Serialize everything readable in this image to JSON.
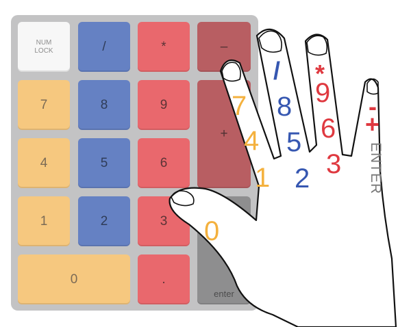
{
  "keypad": {
    "numlock_line1": "NUM",
    "numlock_line2": "LOCK",
    "slash": "/",
    "asterisk": "*",
    "minus": "–",
    "seven": "7",
    "eight": "8",
    "nine": "9",
    "plus": "+",
    "four": "4",
    "five": "5",
    "six": "6",
    "one": "1",
    "two": "2",
    "three": "3",
    "enter": "enter",
    "zero": "0",
    "dot": "."
  },
  "fingers": {
    "thumb": [
      "0"
    ],
    "index": [
      "7",
      "4",
      "1"
    ],
    "middle": [
      "/",
      "8",
      "5",
      "2"
    ],
    "ring": [
      "*",
      "9",
      "6",
      "3"
    ],
    "pinky": [
      "-",
      "+",
      "ENTER"
    ]
  },
  "colors": {
    "white_key": "#f7f7f7",
    "orange": "#f4b13e",
    "blue": "#3657b1",
    "red": "#df3940",
    "dark_red": "#b85e62",
    "gray": "#8e8e8f",
    "pad": "#c3c3c4"
  }
}
